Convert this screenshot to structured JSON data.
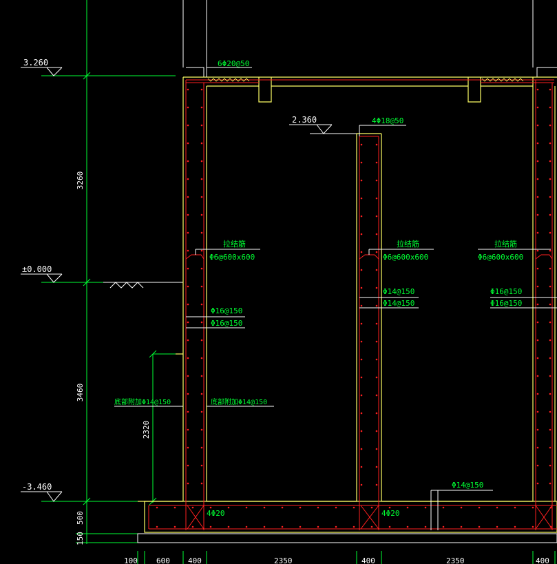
{
  "colors": {
    "background": "#000000",
    "concrete": "#ffff66",
    "rebar": "#ff2020",
    "dimension": "#00ff33",
    "outline": "#ffffff"
  },
  "elevations": {
    "top": "3.260",
    "mid_wall_top": "2.360",
    "ground": "±0.000",
    "bottom": "-3.460"
  },
  "dimensions": {
    "upper_height": "3260",
    "lower_height": "3460",
    "haunch_height": "2320",
    "base_thickness": "500",
    "blinding": "150",
    "bottom_row": [
      "100",
      "600",
      "400",
      "2350",
      "400",
      "2350",
      "400"
    ]
  },
  "rebar_labels": {
    "top_slab": "6Φ20@50",
    "mid_wall_top": "4Φ18@50",
    "tie_bar_title": "拉结筋",
    "tie_bar_spec": "Φ6@600x600",
    "left_wall_1": "Φ16@150",
    "left_wall_2": "Φ16@150",
    "mid_wall_1": "Φ14@150",
    "mid_wall_2": "Φ14@150",
    "right_wall_1": "Φ16@150",
    "right_wall_2": "Φ16@150",
    "base_add_outer": "底部附加Φ14@150",
    "base_add_inner": "底部附加Φ14@150",
    "base_slab": "Φ14@150",
    "corner_left": "4Φ20",
    "corner_mid": "4Φ20"
  }
}
